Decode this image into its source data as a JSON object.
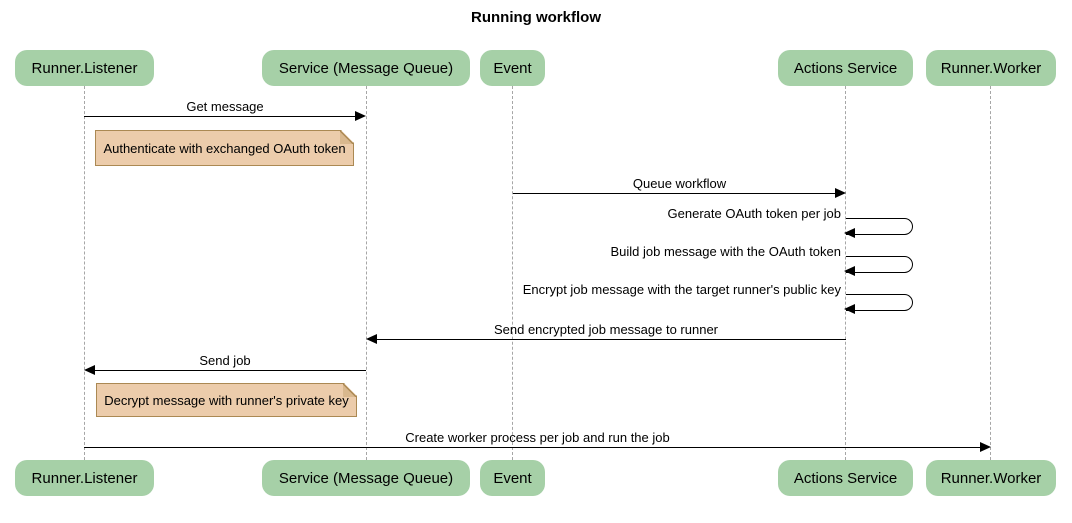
{
  "title": "Running workflow",
  "colors": {
    "background": "#ffffff",
    "participant_fill": "#a6d0a7",
    "note_fill": "#ecccab",
    "note_border": "#ab8953",
    "lifeline": "#a6a6a6",
    "arrow": "#000000"
  },
  "participants": [
    {
      "label": "Runner.Listener"
    },
    {
      "label": "Service (Message Queue)"
    },
    {
      "label": "Event"
    },
    {
      "label": "Actions Service"
    },
    {
      "label": "Runner.Worker"
    }
  ],
  "messages": [
    {
      "type": "arrow",
      "direction": "right",
      "from": "Runner.Listener",
      "to": "Service (Message Queue)",
      "label": "Get message"
    },
    {
      "type": "note",
      "label": "Authenticate with exchanged OAuth token"
    },
    {
      "type": "arrow",
      "direction": "right",
      "from": "Event",
      "to": "Actions Service",
      "label": "Queue workflow"
    },
    {
      "type": "self",
      "on": "Actions Service",
      "label": "Generate OAuth token per job"
    },
    {
      "type": "self",
      "on": "Actions Service",
      "label": "Build job message with the OAuth token"
    },
    {
      "type": "self",
      "on": "Actions Service",
      "label": "Encrypt job message with the target runner's public key"
    },
    {
      "type": "arrow",
      "direction": "left",
      "from": "Actions Service",
      "to": "Service (Message Queue)",
      "label": "Send encrypted job message to runner"
    },
    {
      "type": "arrow",
      "direction": "left",
      "from": "Service (Message Queue)",
      "to": "Runner.Listener",
      "label": "Send job"
    },
    {
      "type": "note",
      "label": "Decrypt message with runner's private key"
    },
    {
      "type": "arrow",
      "direction": "right",
      "from": "Runner.Listener",
      "to": "Runner.Worker",
      "label": "Create worker process per job and run the job"
    }
  ]
}
